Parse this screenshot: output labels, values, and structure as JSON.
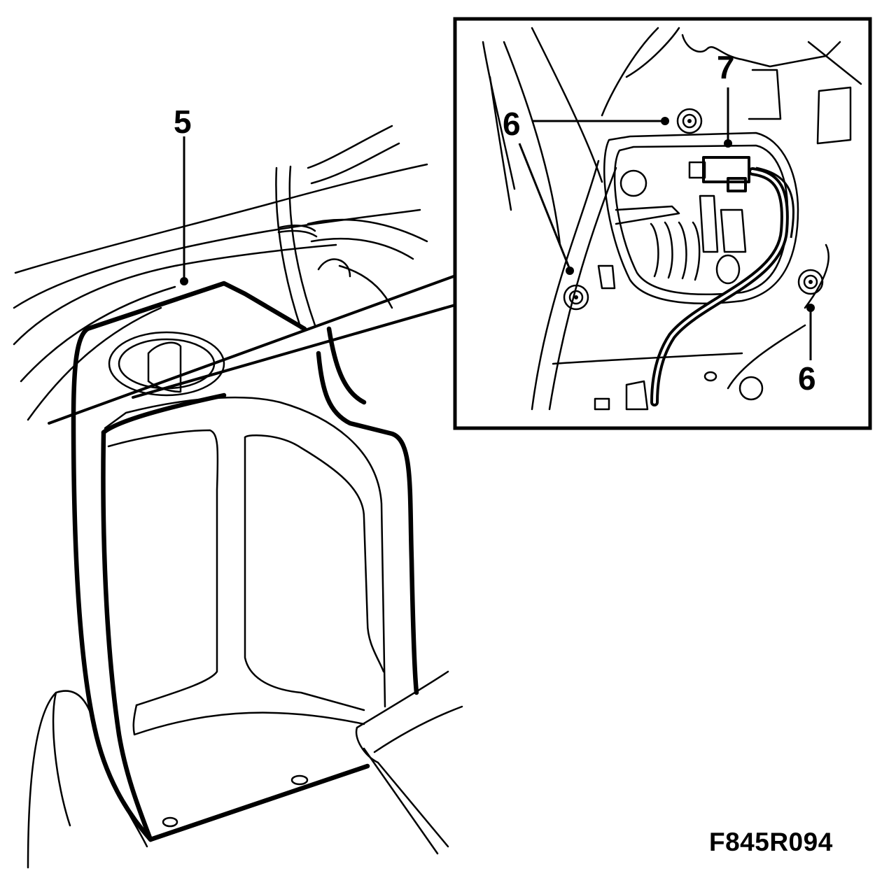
{
  "callouts": {
    "seat_back": "5",
    "fastener": "6",
    "connector": "7"
  },
  "figure_code": "F845R094",
  "colors": {
    "ink": "#000000",
    "paper": "#ffffff"
  }
}
